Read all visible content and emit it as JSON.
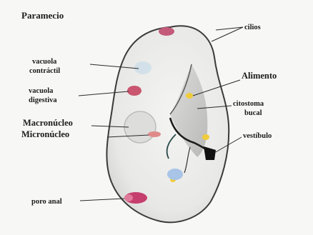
{
  "diagram": {
    "title": "Paramecio",
    "labels": {
      "cilios": "cilios",
      "vacuola_contractil_1": "vacuola",
      "vacuola_contractil_2": "contráctil",
      "vacuola_digestiva_1": "vacuola",
      "vacuola_digestiva_2": "digestiva",
      "macronucleo": "Macronúcleo",
      "micronucleo": "Micronúcleo",
      "alimento": "Alimento",
      "citostoma_1": "citostoma",
      "citostoma_2": "bucal",
      "vestibulo": "vestíbulo",
      "poro_anal": "poro anal"
    }
  }
}
